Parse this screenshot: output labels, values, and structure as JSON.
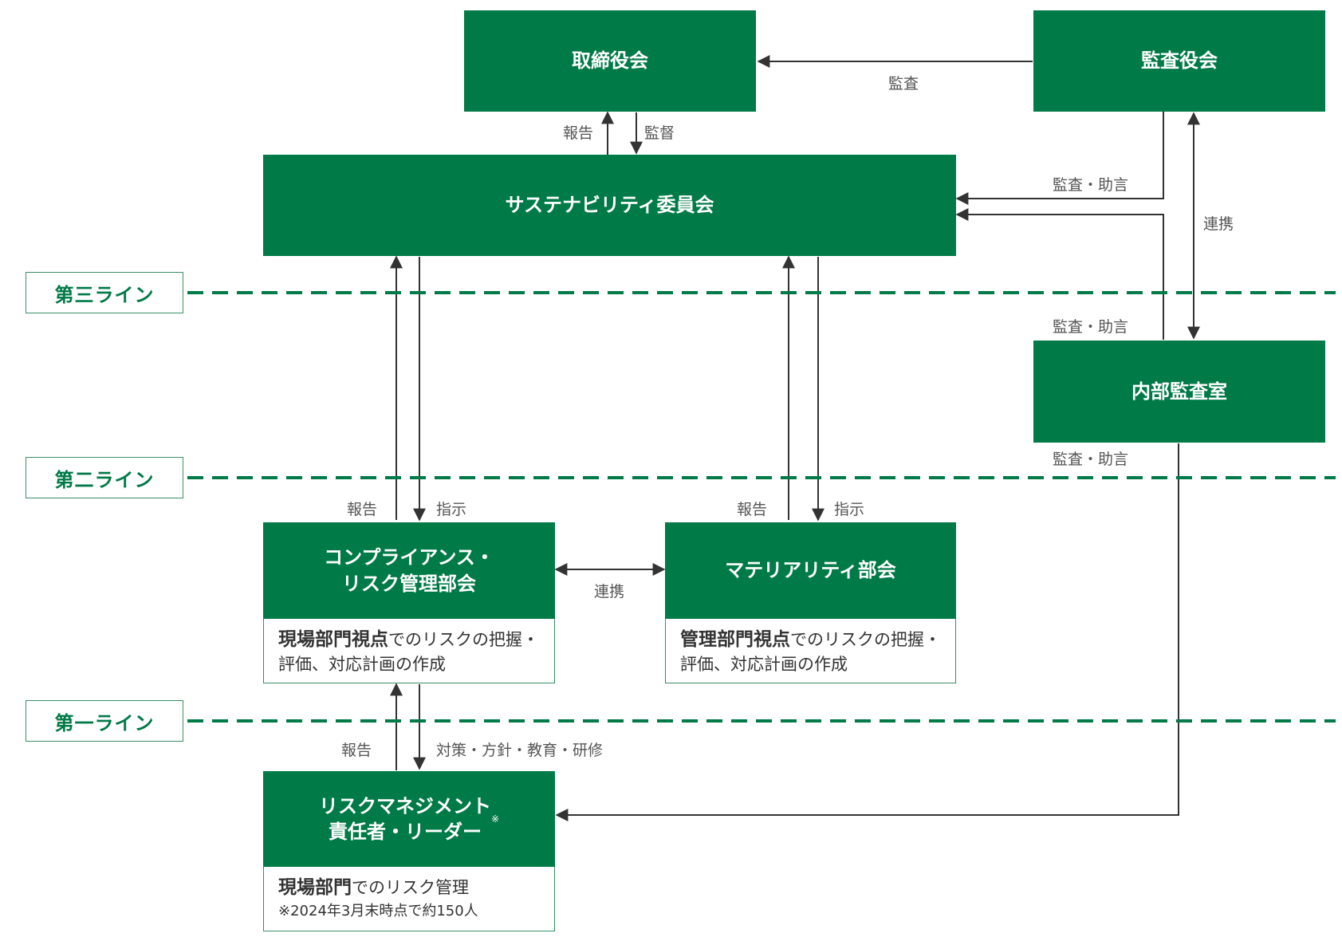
{
  "boxes": {
    "board": "取締役会",
    "auditors": "監査役会",
    "sustainability": "サステナビリティ委員会",
    "internal_audit": "内部監査室",
    "compliance": "コンプライアンス・\nリスク管理部会",
    "materiality": "マテリアリティ部会",
    "risk_leader": "リスクマネジメント\n責任者・リーダー",
    "risk_leader_mark": "※"
  },
  "descriptions": {
    "compliance_bold": "現場部門視点",
    "compliance_text": "でのリスクの把握・評価、対応計画の作成",
    "materiality_bold": "管理部門視点",
    "materiality_text": "でのリスクの把握・評価、対応計画の作成",
    "risk_bold": "現場部門",
    "risk_text": "でのリスク管理",
    "risk_note": "※2024年3月末時点で約150人"
  },
  "lines": {
    "third": "第三ライン",
    "second": "第二ライン",
    "first": "第一ライン"
  },
  "labels": {
    "audit": "監査",
    "report_board": "報告",
    "supervise": "監督",
    "audit_advice_1": "監査・助言",
    "cooperation_auditors": "連携",
    "audit_advice_2": "監査・助言",
    "audit_advice_3": "監査・助言",
    "report_left": "報告",
    "instruct_left": "指示",
    "report_right": "報告",
    "instruct_right": "指示",
    "cooperation_mid": "連携",
    "report_bottom": "報告",
    "measures": "対策・方針・教育・研修"
  },
  "colors": {
    "brand_green": "#007a47",
    "border_green": "#3a8f66",
    "arrow": "#333333"
  }
}
